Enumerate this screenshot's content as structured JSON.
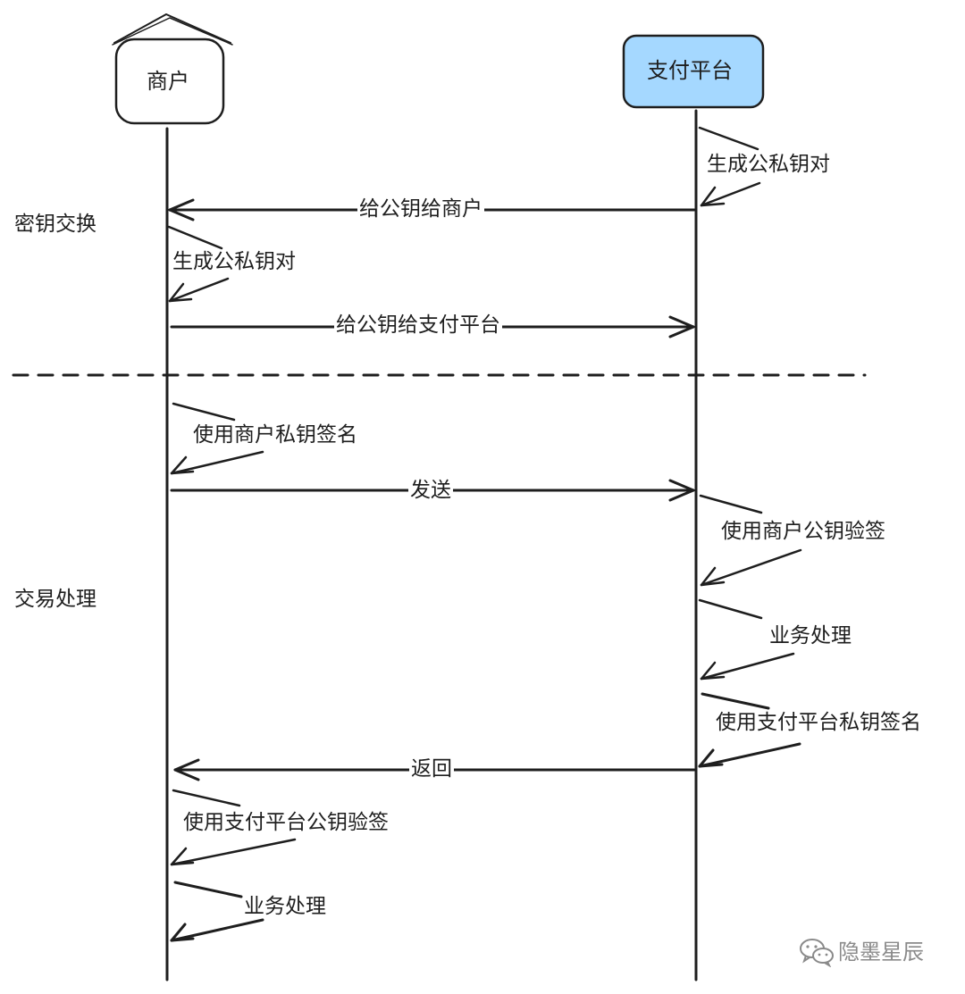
{
  "actors": {
    "merchant": "商户",
    "platform": "支付平台"
  },
  "sections": {
    "key_exchange": "密钥交换",
    "transaction": "交易处理"
  },
  "steps": {
    "platform_generate_keypair": "生成公私钥对",
    "give_public_key_to_merchant": "给公钥给商户",
    "merchant_generate_keypair": "生成公私钥对",
    "give_public_key_to_platform": "给公钥给支付平台",
    "merchant_sign_private_key": "使用商户私钥签名",
    "send": "发送",
    "verify_with_merchant_public_key": "使用商户公钥验签",
    "platform_business_processing": "业务处理",
    "platform_sign_private_key": "使用支付平台私钥签名",
    "return": "返回",
    "verify_with_platform_public_key": "使用支付平台公钥验签",
    "merchant_business_processing": "业务处理"
  },
  "watermark": {
    "text": "隐墨星辰",
    "icon": "wechat-icon"
  },
  "colors": {
    "platform_box_fill": "#a5d8ff",
    "stroke": "#1e1e1e",
    "watermark": "#8a8a8a"
  }
}
